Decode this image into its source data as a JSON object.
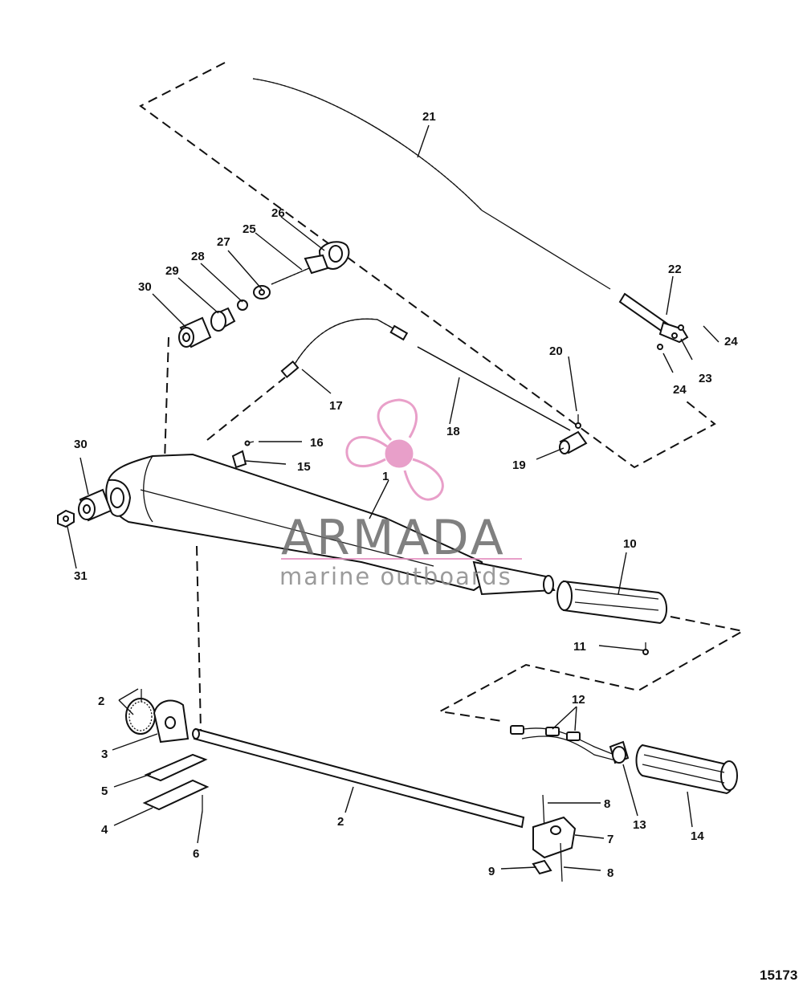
{
  "figure_number": "15173",
  "watermark": {
    "brand": "ARMADA",
    "tagline": "marine outboards",
    "color": "#e58fc0"
  },
  "callouts": [
    {
      "id": "c1",
      "text": "1"
    },
    {
      "id": "c2a",
      "text": "2"
    },
    {
      "id": "c2b",
      "text": "2"
    },
    {
      "id": "c3",
      "text": "3"
    },
    {
      "id": "c4",
      "text": "4"
    },
    {
      "id": "c5",
      "text": "5"
    },
    {
      "id": "c6",
      "text": "6"
    },
    {
      "id": "c7",
      "text": "7"
    },
    {
      "id": "c8a",
      "text": "8"
    },
    {
      "id": "c8b",
      "text": "8"
    },
    {
      "id": "c9",
      "text": "9"
    },
    {
      "id": "c10",
      "text": "10"
    },
    {
      "id": "c11",
      "text": "11"
    },
    {
      "id": "c12",
      "text": "12"
    },
    {
      "id": "c13",
      "text": "13"
    },
    {
      "id": "c14",
      "text": "14"
    },
    {
      "id": "c15",
      "text": "15"
    },
    {
      "id": "c16",
      "text": "16"
    },
    {
      "id": "c17",
      "text": "17"
    },
    {
      "id": "c18",
      "text": "18"
    },
    {
      "id": "c19",
      "text": "19"
    },
    {
      "id": "c20",
      "text": "20"
    },
    {
      "id": "c21",
      "text": "21"
    },
    {
      "id": "c22",
      "text": "22"
    },
    {
      "id": "c23",
      "text": "23"
    },
    {
      "id": "c24a",
      "text": "24"
    },
    {
      "id": "c24b",
      "text": "24"
    },
    {
      "id": "c25",
      "text": "25"
    },
    {
      "id": "c26",
      "text": "26"
    },
    {
      "id": "c27",
      "text": "27"
    },
    {
      "id": "c28",
      "text": "28"
    },
    {
      "id": "c29",
      "text": "29"
    },
    {
      "id": "c30a",
      "text": "30"
    },
    {
      "id": "c30b",
      "text": "30"
    },
    {
      "id": "c31",
      "text": "31"
    }
  ]
}
